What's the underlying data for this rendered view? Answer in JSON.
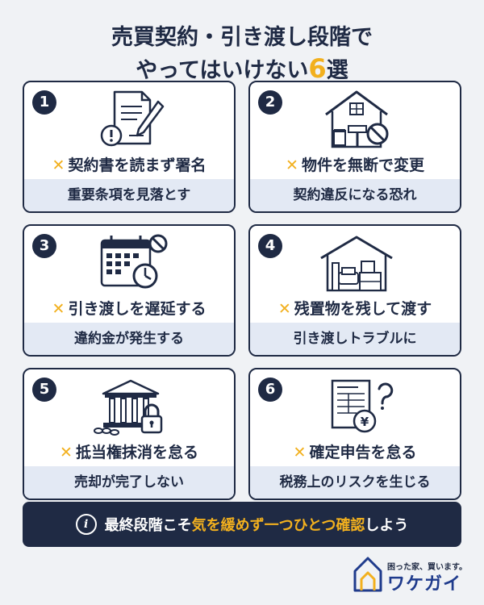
{
  "title": {
    "line1": "売買契約・引き渡し段階で",
    "line2_pre": "やってはいけない",
    "line2_num": "6",
    "line2_post": "選"
  },
  "cards": [
    {
      "num": "1",
      "x": "✕",
      "heading": "契約書を読まず署名",
      "sub": "重要条項を見落とす"
    },
    {
      "num": "2",
      "x": "✕",
      "heading": "物件を無断で変更",
      "sub": "契約違反になる恐れ"
    },
    {
      "num": "3",
      "x": "✕",
      "heading": "引き渡しを遅延する",
      "sub": "違約金が発生する"
    },
    {
      "num": "4",
      "x": "✕",
      "heading": "残置物を残して渡す",
      "sub": "引き渡しトラブルに"
    },
    {
      "num": "5",
      "x": "✕",
      "heading": "抵当権抹消を怠る",
      "sub": "売却が完了しない"
    },
    {
      "num": "6",
      "x": "✕",
      "heading": "確定申告を怠る",
      "sub": "税務上のリスクを生じる"
    }
  ],
  "banner": {
    "icon": "i",
    "pre": "最終段階こそ",
    "highlight": "気を緩めず一つひとつ確認",
    "post": "しよう"
  },
  "logo": {
    "tagline": "困った家、買います。",
    "brand": "ワケガイ"
  },
  "colors": {
    "navy": "#1f2a44",
    "accent": "#f2b01e",
    "light_blue": "#e3e9f4"
  }
}
